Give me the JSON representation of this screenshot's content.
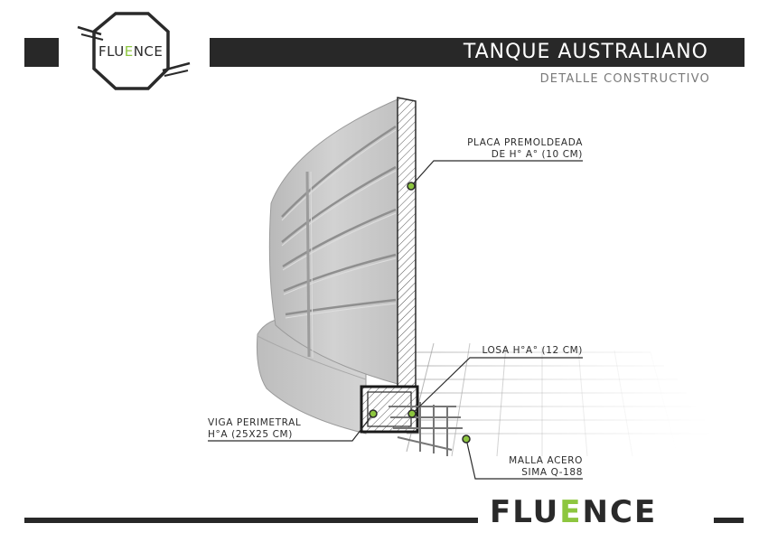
{
  "header": {
    "title": "TANQUE AUSTRALIANO",
    "subtitle": "DETALLE CONSTRUCTIVO"
  },
  "logo": {
    "brand_prefix": "FLU",
    "brand_accent_letter": "E",
    "brand_suffix": "NCE",
    "accent_color": "#8dc63f",
    "icon": "octagon-logo-icon"
  },
  "labels": {
    "placa": {
      "line1": "PLACA PREMOLDEADA",
      "line2": "DE H° A° (10 CM)"
    },
    "losa": {
      "line1": "LOSA H°A° (12 CM)"
    },
    "viga": {
      "line1": "VIGA PERIMETRAL",
      "line2": "H°A (25X25 CM)"
    },
    "malla": {
      "line1": "MALLA ACERO",
      "line2": "SIMA Q-188"
    }
  },
  "colors": {
    "dark": "#282828",
    "accent": "#8dc63f",
    "concrete": "#c9c9c9"
  }
}
